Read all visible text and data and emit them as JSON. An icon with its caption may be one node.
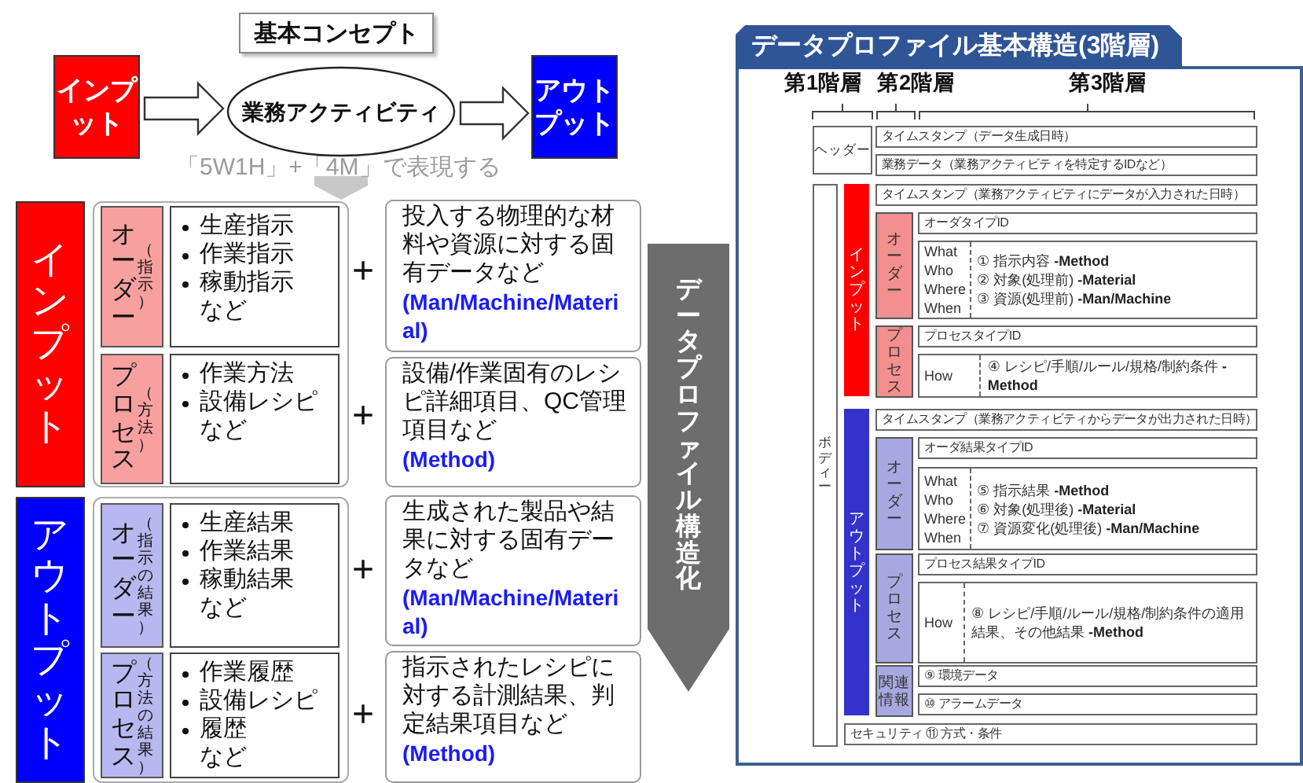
{
  "diagram": {
    "nodes": [
      {
        "text": [
          "基本コンセプト"
        ]
      },
      {
        "text": [
          "インプット"
        ]
      },
      {
        "text": [
          "業務アクティビティ"
        ]
      },
      {
        "text": [
          "アウトプット"
        ]
      },
      {
        "text": [
          "インプット"
        ]
      },
      {
        "text": [
          "オーダー",
          "（指示）"
        ]
      },
      {
        "text": [
          "生産指示",
          "作業指示",
          "稼動指示",
          "など"
        ]
      },
      {
        "text": [
          "投入する物理的な材料や資源に対する固有データなど",
          "(Man/Machine/Material)"
        ]
      },
      {
        "text": [
          "プロセス",
          "（方法）"
        ]
      },
      {
        "text": [
          "作業方法",
          "設備レシピ",
          "など"
        ]
      },
      {
        "text": [
          "設備/作業固有のレシピ詳細項目、QC管理項目など",
          "(Method)"
        ]
      },
      {
        "text": [
          "アウトプット"
        ]
      },
      {
        "text": [
          "オーダー",
          "（指示の結果）"
        ]
      },
      {
        "text": [
          "生産結果",
          "作業結果",
          "稼動結果",
          "など"
        ]
      },
      {
        "text": [
          "生成された製品や結果に対する固有データなど",
          "(Man/Machine/Material)"
        ]
      },
      {
        "text": [
          "プロセス",
          "（方法の結果）"
        ]
      },
      {
        "text": [
          "作業履歴",
          "設備レシピ",
          "履歴",
          "など"
        ]
      },
      {
        "text": [
          "指示されたレシピに対する計測結果、判定結果項目など",
          "(Method)"
        ]
      },
      {
        "text": [
          "データプロファイル構造化"
        ]
      },
      {
        "text": [
          "データプロファイル基本構造(3階層)"
        ]
      },
      {
        "text": [
          "ヘッダー"
        ],
        "in": 19
      },
      {
        "text": [
          "タイムスタンプ（データ生成日時）"
        ],
        "in": 19
      },
      {
        "text": [
          "業務データ（業務アクティビティを特定するIDなど）"
        ],
        "in": 19
      },
      {
        "text": [
          "ボディー"
        ],
        "in": 19
      },
      {
        "text": [
          "インプット"
        ],
        "in": 19
      },
      {
        "text": [
          "タイムスタンプ（業務アクティビティにデータが入力された日時）"
        ],
        "in": 19
      },
      {
        "text": [
          "オーダー"
        ],
        "in": 19
      },
      {
        "text": [
          "オーダタイプID"
        ],
        "in": 19
      },
      {
        "text": [
          "What Who Where When",
          "① 指示内容 **-Method**",
          "② 対象(処理前) **-Material**",
          "③ 資源(処理前) **-Man/Machine**"
        ],
        "in": 19
      },
      {
        "text": [
          "プロセス"
        ],
        "in": 19
      },
      {
        "text": [
          "プロセスタイプID"
        ],
        "in": 19
      },
      {
        "text": [
          "How",
          "④ レシピ/手順/ルール/規格/制約条件 **-Method**"
        ],
        "in": 19
      },
      {
        "text": [
          "アウトプット"
        ],
        "in": 19
      },
      {
        "text": [
          "タイムスタンプ（業務アクティビティからデータが出力された日時）"
        ],
        "in": 19
      },
      {
        "text": [
          "オーダー"
        ],
        "in": 19
      },
      {
        "text": [
          "オーダ結果タイプID"
        ],
        "in": 19
      },
      {
        "text": [
          "What Who Where When",
          "⑤ 指示結果 **-Method**",
          "⑥ 対象(処理後) **-Material**",
          "⑦ 資源変化(処理後) **-Man/Machine**"
        ],
        "in": 19
      },
      {
        "text": [
          "プロセス"
        ],
        "in": 19
      },
      {
        "text": [
          "プロセス結果タイプID"
        ],
        "in": 19
      },
      {
        "text": [
          "How",
          "⑧ レシピ/手順/ルール/規格/制約条件の適用結果、その他結果 **-Method**"
        ],
        "in": 19
      },
      {
        "text": [
          "関連情報"
        ],
        "in": 19
      },
      {
        "text": [
          "⑨ 環境データ"
        ],
        "in": 19
      },
      {
        "text": [
          "⑩ アラームデータ"
        ],
        "in": 19
      },
      {
        "text": [
          "セキュリティ ⑪ 方式・条件"
        ],
        "in": 19
      }
    ],
    "edges": [
      {
        "from": 1,
        "to": 2,
        "arrow": "to"
      },
      {
        "from": 2,
        "to": 3,
        "arrow": "to"
      },
      {
        "from": 2,
        "to": null,
        "arrow": "to"
      }
    ],
    "labels": [
      "「5W1H」+「4M」で表現する",
      "+",
      "+",
      "+",
      "+",
      "第1階層",
      "第2階層",
      "第3階層"
    ]
  }
}
